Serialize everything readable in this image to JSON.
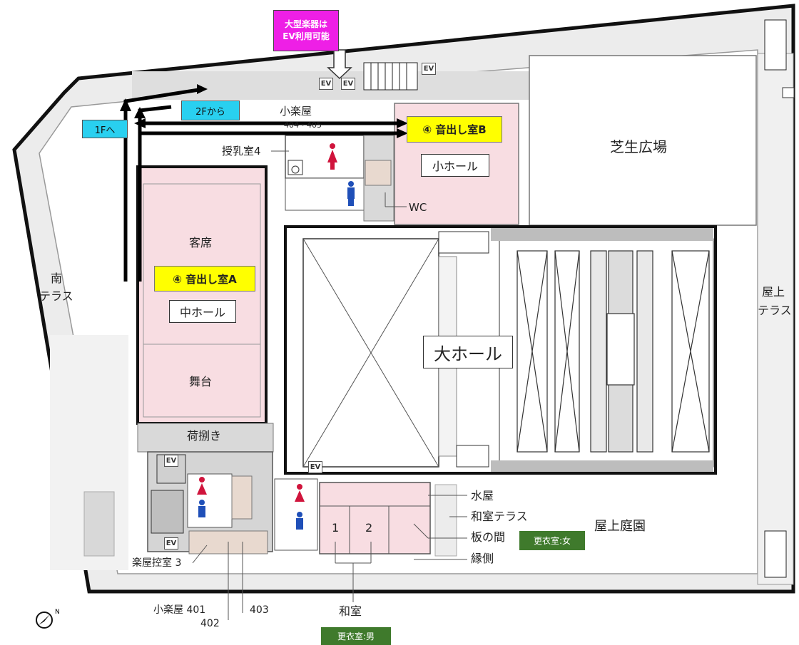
{
  "notices": {
    "large_instruments_line1": "大型楽器は",
    "large_instruments_line2": "EV利用可能"
  },
  "directions": {
    "to_1f": "1Fへ",
    "from_2f": "2Fから"
  },
  "sound_rooms": {
    "a": "④ 音出し室A",
    "b": "④ 音出し室B"
  },
  "halls": {
    "large": "大ホール",
    "medium": "中ホール",
    "small": "小ホール"
  },
  "areas": {
    "seats": "客席",
    "stage": "舞台",
    "loading": "荷捌き",
    "lawn_plaza": "芝生広場",
    "south_terrace_1": "南",
    "south_terrace_2": "テラス",
    "roof_terrace_1": "屋上",
    "roof_terrace_2": "テラス",
    "roof_garden": "屋上庭園",
    "ko_gakuya_top": "小楽屋",
    "ko_gakuya_top_numbers": "404・405",
    "nursing_room": "授乳室4",
    "wc": "WC",
    "gakuya_hikae": "楽屋控室 3",
    "ko_gakuya_bottom": "小楽屋 401",
    "ko_gakuya_402": "402",
    "ko_gakuya_403": "403",
    "mizuya": "水屋",
    "washitsu_terrace": "和室テラス",
    "itanoma": "板の間",
    "engawa": "縁側",
    "washitsu": "和室",
    "washitsu_1": "1",
    "washitsu_2": "2"
  },
  "changing_rooms": {
    "women": "更衣室:女",
    "men": "更衣室:男"
  },
  "elevator_label": "EV",
  "colors": {
    "hall_pink": "#f8dde2",
    "corridor_gray": "#d9d9d9",
    "wall_black": "#111111",
    "sound_room_yellow": "#ffff00",
    "direction_cyan": "#29d0f0",
    "notice_magenta": "#ee1fe6",
    "changing_green": "#3f7a2c",
    "women_red": "#d0143c",
    "men_blue": "#1f4fb8"
  }
}
